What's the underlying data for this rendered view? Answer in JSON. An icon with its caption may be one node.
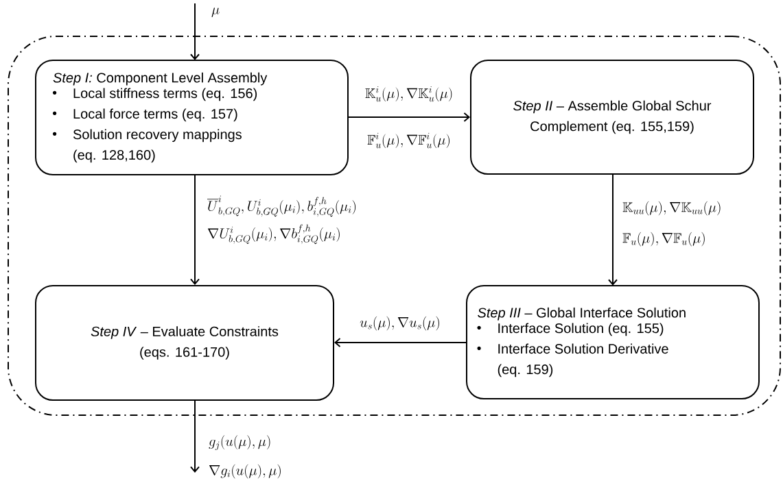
{
  "diagram": {
    "nodes": [
      {
        "text": [],
        "shape": "box"
      },
      {
        "text": [
          "*Step I:* Component Level Assembly",
          "Local stiffness terms (eq. 156)",
          "Local force terms (eq. 157)",
          "Solution recovery mappings (eq. 128,160)"
        ],
        "in": 0
      },
      {
        "text": [
          "*Step II* – Assemble Global Schur Complement (eq. 155,159)"
        ],
        "in": 0
      },
      {
        "text": [
          "*Step III* – Global Interface Solution",
          "Interface Solution (eq. 155)",
          "Interface Solution Derivative (eq. 159)"
        ],
        "in": 0
      },
      {
        "text": [
          "*Step IV* – Evaluate Constraints (eqs. 161-170)"
        ],
        "in": 0
      }
    ],
    "edges": [
      {
        "from": null,
        "to": 1,
        "arrow": "to",
        "label": "\\mu"
      },
      {
        "from": 1,
        "to": 2,
        "arrow": "to",
        "label": "\\mathbb{K}_u^i(\\mu), \\nabla\\mathbb{K}_u^i(\\mu)"
      },
      {
        "from": 1,
        "to": 4,
        "arrow": "to",
        "label": "\\overline{U}^i_{b,GQ}, U^i_{b,GQ}(\\mu_i), b^{f,h}_{i,GQ}(\\mu_i)"
      },
      {
        "from": 2,
        "to": 3,
        "arrow": "to",
        "label": "\\mathbb{K}_{uu}(\\mu), \\nabla\\mathbb{K}_{uu}(\\mu)"
      },
      {
        "from": 3,
        "to": 4,
        "arrow": "to",
        "label": "u_s(\\mu), \\nabla u_s(\\mu)"
      },
      {
        "from": 4,
        "to": null,
        "arrow": "to",
        "label": "g_j(u(\\mu),\\mu)"
      }
    ],
    "labels": [
      "\\mathbb{F}_u^i(\\mu), \\nabla\\mathbb{F}_u^i(\\mu)",
      "\\nabla U^i_{b,GQ}(\\mu_i), \\nabla b^{f,h}_{i,GQ}(\\mu_i)",
      "\\mathbb{F}_u(\\mu), \\nabla\\mathbb{F}_u(\\mu)",
      "\\nabla g_i(u(\\mu),\\mu)"
    ]
  }
}
